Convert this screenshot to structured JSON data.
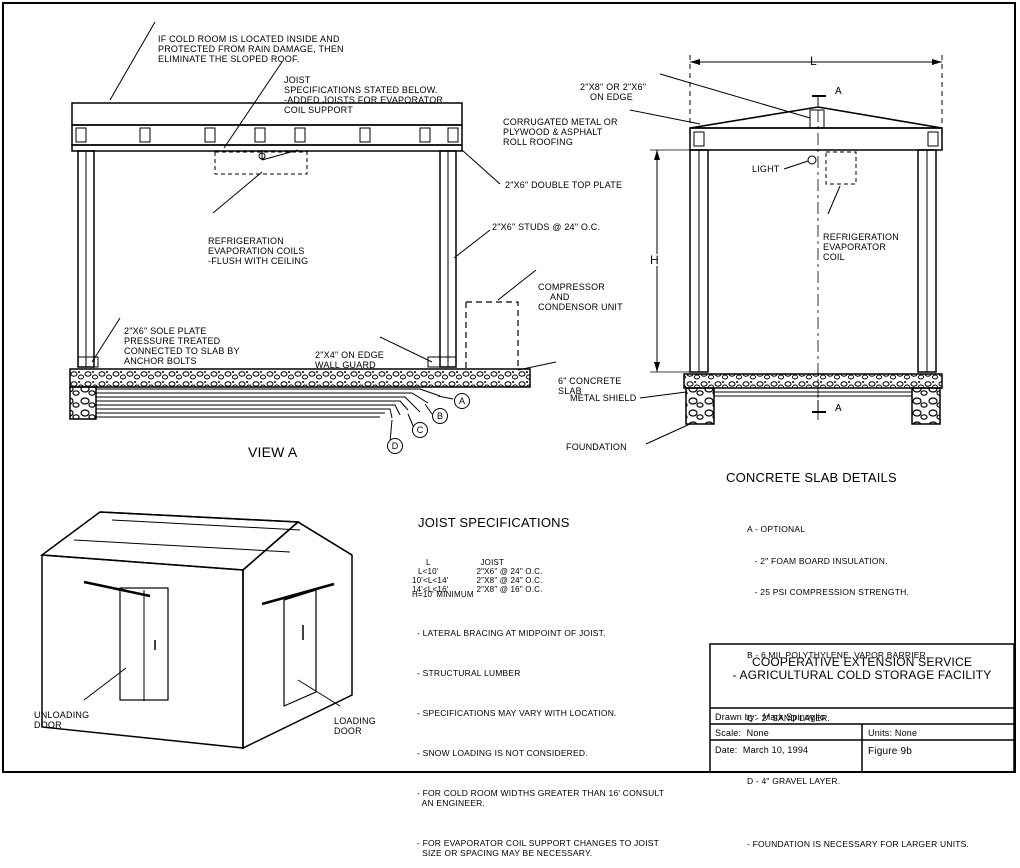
{
  "view_a": {
    "title": "VIEW A",
    "note_roof": [
      "IF COLD ROOM IS LOCATED INSIDE AND",
      "PROTECTED FROM RAIN DAMAGE, THEN",
      "ELIMINATE THE SLOPED ROOF."
    ],
    "note_joist": [
      "JOIST",
      "SPECIFICATIONS STATED BELOW.",
      "-ADDED JOISTS FOR EVAPORATOR",
      "COIL SUPPORT"
    ],
    "note_coils": [
      "REFRIGERATION",
      "EVAPORATION COILS",
      "-FLUSH WITH CEILING"
    ],
    "double_top_plate": "2\"x6\" DOUBLE TOP PLATE",
    "studs": "2\"x6\" STUDS @ 24\" o.c.",
    "compressor": [
      "COMPRESSOR",
      "AND",
      "CONDENSOR UNIT"
    ],
    "sole_plate": [
      "2\"x6\" SOLE PLATE",
      "PRESSURE TREATED",
      "CONNECTED TO SLAB BY",
      "ANCHOR BOLTS"
    ],
    "wall_guard": [
      "2\"x4\" ON EDGE",
      "WALL GUARD"
    ],
    "slab": [
      "6\" CONCRETE",
      "SLAB"
    ],
    "layers": [
      "A",
      "B",
      "C",
      "D"
    ]
  },
  "section": {
    "edge_note": [
      "2\"x8\" OR 2\"x6\"",
      "ON EDGE"
    ],
    "roofing": [
      "CORRUGATED METAL OR",
      "PLYWOOD & ASPHALT",
      "ROLL ROOFING"
    ],
    "dim_l": "L",
    "dim_h": "H",
    "cut": "A",
    "light": "LIGHT",
    "evap_coil": [
      "REFRIGERATION",
      "EVAPORATOR",
      "COIL"
    ],
    "metal_shield": "METAL SHIELD",
    "foundation": "FOUNDATION"
  },
  "slab_details": {
    "title": "CONCRETE SLAB DETAILS",
    "items": [
      "A - OPTIONAL",
      "   - 2\" FOAM BOARD INSULATION.",
      "   - 25 psi COMPRESSION STRENGTH.",
      "",
      "B - 6 MIL POLYTHYLENE, VAPOR BARRIER.",
      "",
      "C - 2\" SAND LAYER.",
      "",
      "D - 4\" GRAVEL LAYER.",
      "",
      "- FOUNDATION IS NECESSARY FOR LARGER UNITS."
    ]
  },
  "joist_specs": {
    "title": "JOIST SPECIFICATIONS",
    "col_l": "L",
    "col_joist": "JOIST",
    "rows": [
      {
        "l": "L<10'",
        "joist": "2\"x6\" @ 24\" o.c."
      },
      {
        "l": "10'<L<14'",
        "joist": "2\"x8\" @ 24\" o.c."
      },
      {
        "l": "14'<L<16'",
        "joist": "2\"x8\" @ 16\" o.c."
      }
    ],
    "h_min": "H=10' MINIMUM",
    "notes": [
      "- LATERAL BRACING AT MIDPOINT OF JOIST.",
      "- STRUCTURAL LUMBER",
      "- SPECIFICATIONS MAY VARY WITH LOCATION.",
      "- SNOW LOADING IS NOT CONSIDERED.",
      "- FOR COLD ROOM WIDTHS GREATER THAN 16' CONSULT\n  AN ENGINEER.",
      "- FOR EVAPORATOR COIL SUPPORT CHANGES TO JOIST\n  SIZE OR SPACING MAY BE NECESSARY."
    ]
  },
  "iso": {
    "unloading": [
      "UNLOADING",
      "DOOR"
    ],
    "loading": [
      "LOADING",
      "DOOR"
    ]
  },
  "title_block": {
    "org": "COOPERATIVE EXTENSION SERVICE",
    "title": "- AGRICULTURAL COLD STORAGE FACILITY",
    "drawn_by": "Drawn by:  Mark Spinoglio",
    "scale": "Scale:  None",
    "units": "Units: None",
    "date": "Date:  March 10, 1994",
    "figure": "Figure 9b"
  }
}
